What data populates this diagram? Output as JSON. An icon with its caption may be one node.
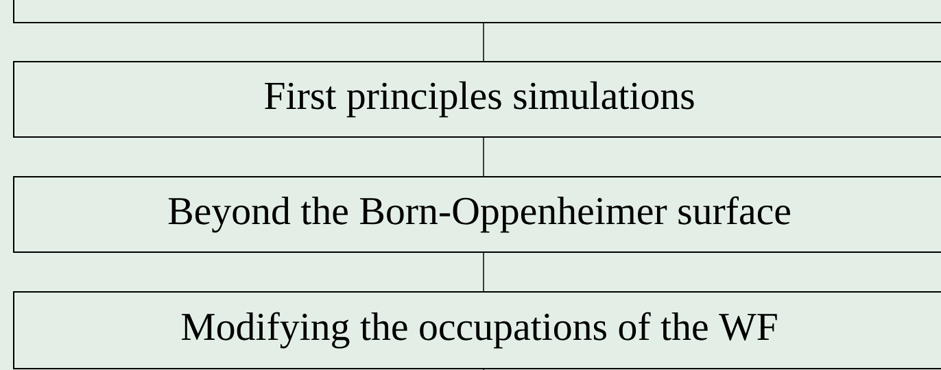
{
  "diagram": {
    "nodes": [
      {
        "text": [],
        "shape": "box"
      },
      {
        "text": [
          "First principles simulations"
        ]
      },
      {
        "text": [
          "Beyond the Born-Oppenheimer surface"
        ]
      },
      {
        "text": [
          "Modifying the occupations of the WF"
        ]
      }
    ],
    "edges": [
      {
        "from": 0,
        "to": 1,
        "arrow": "none"
      },
      {
        "from": 1,
        "to": 2,
        "arrow": "none"
      },
      {
        "from": 2,
        "to": 3,
        "arrow": "none"
      },
      {
        "from": 3,
        "to": null,
        "arrow": "none"
      }
    ]
  }
}
